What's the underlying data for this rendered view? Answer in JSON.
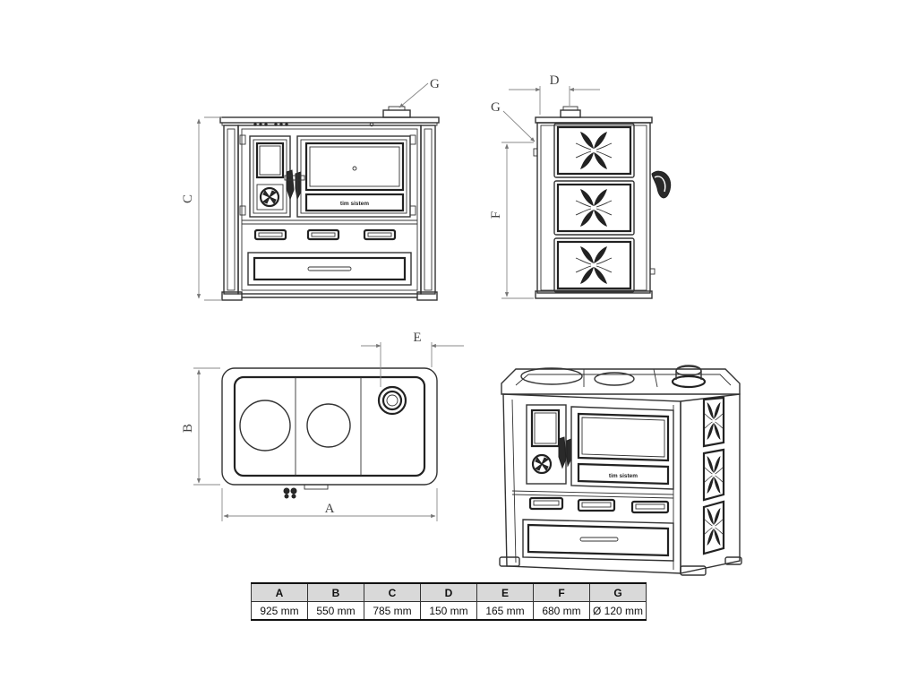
{
  "dimension_labels": {
    "A": "A",
    "B": "B",
    "C": "C",
    "D": "D",
    "E": "E",
    "F": "F",
    "G_front": "G",
    "G_side": "G"
  },
  "brand": "tim sistem",
  "spec_table": {
    "headers": [
      "A",
      "B",
      "C",
      "D",
      "E",
      "F",
      "G"
    ],
    "values": [
      "925 mm",
      "550 mm",
      "785 mm",
      "150 mm",
      "165 mm",
      "680 mm",
      "Ø 120 mm"
    ]
  }
}
